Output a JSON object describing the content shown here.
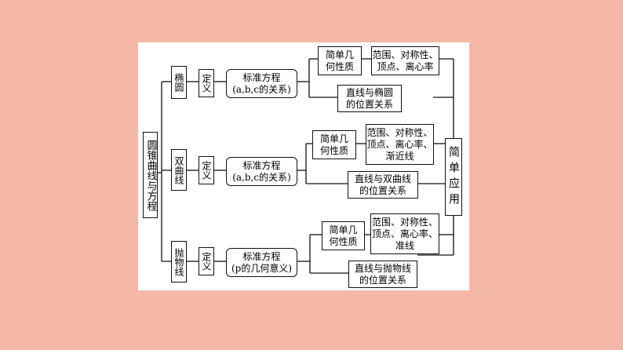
{
  "root": "圆锥曲线与方程",
  "summary": "简单应用",
  "branches": [
    {
      "curve": "椭圆",
      "definition": "定义",
      "equation": "标准方程\n(a,b,c的关系)",
      "geometry": "简单几\n何性质",
      "properties": "范围、对称性、\n顶点、离心率",
      "line_relation": "直线与椭圆\n的位置关系"
    },
    {
      "curve": "双曲线",
      "definition": "定义",
      "equation": "标准方程\n(a,b,c的关系)",
      "geometry": "简单几\n何性质",
      "properties": "范围、对称性、\n顶点、离心率、\n渐近线",
      "line_relation": "直线与双曲线\n的位置关系"
    },
    {
      "curve": "抛物线",
      "definition": "定义",
      "equation": "标准方程\n(p的几何意义)",
      "geometry": "简单几\n何性质",
      "properties": "范围、对称性、\n顶点、离心率、\n准线",
      "line_relation": "直线与抛物线\n的位置关系"
    }
  ]
}
